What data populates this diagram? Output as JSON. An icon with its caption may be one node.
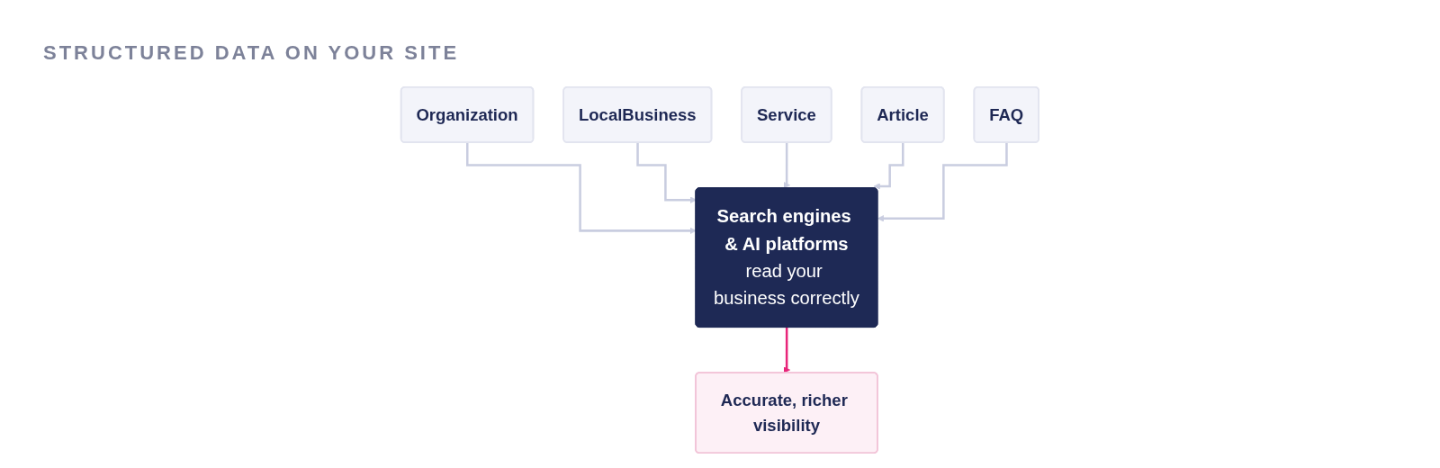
{
  "diagram": {
    "title": "STRUCTURED DATA ON YOUR SITE",
    "nodes": [
      {
        "text": [
          "Organization"
        ]
      },
      {
        "text": [
          "LocalBusiness"
        ]
      },
      {
        "text": [
          "Service"
        ]
      },
      {
        "text": [
          "Article"
        ]
      },
      {
        "text": [
          "FAQ"
        ]
      },
      {
        "text": [
          "Search engines & AI platforms",
          "read your business correctly"
        ]
      },
      {
        "text": [
          "Accurate, richer visibility"
        ]
      }
    ],
    "edges": [
      {
        "from": 0,
        "to": 5,
        "arrow": "to"
      },
      {
        "from": 1,
        "to": 5,
        "arrow": "to"
      },
      {
        "from": 2,
        "to": 5,
        "arrow": "to"
      },
      {
        "from": 3,
        "to": 5,
        "arrow": "to"
      },
      {
        "from": 4,
        "to": 5,
        "arrow": "to"
      },
      {
        "from": 5,
        "to": 6,
        "arrow": "to",
        "color": "#e8257a"
      }
    ]
  }
}
